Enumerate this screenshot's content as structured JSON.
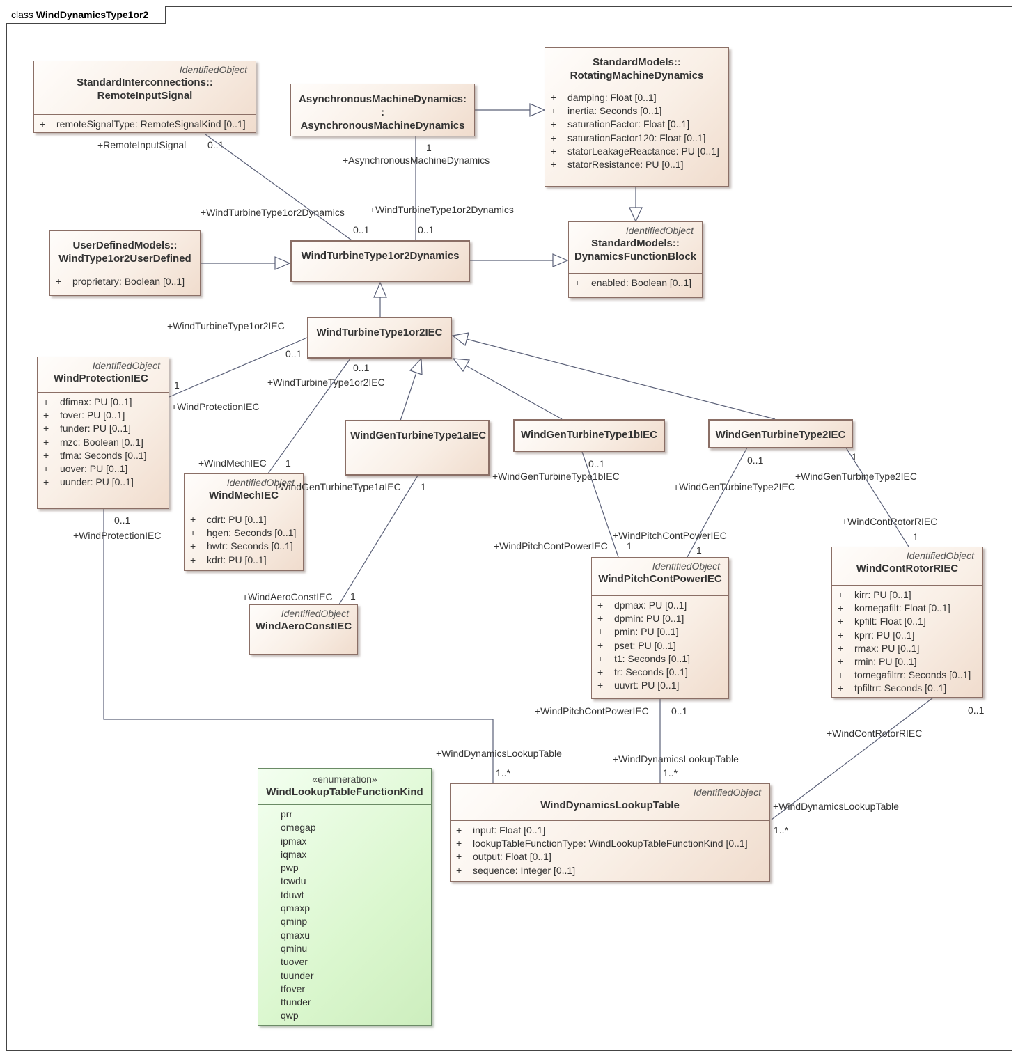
{
  "frame": {
    "prefix": "class",
    "name": "WindDynamicsType1or2"
  },
  "classes": {
    "remote_input_signal": {
      "stereotype": "IdentifiedObject",
      "name1": "StandardInterconnections::",
      "name2": "RemoteInputSignal",
      "attributes": [
        "remoteSignalType: RemoteSignalKind [0..1]"
      ]
    },
    "async_machine_dynamics": {
      "name1": "AsynchronousMachineDynamics:",
      "name2": ":",
      "name3": "AsynchronousMachineDynamics"
    },
    "rotating_machine_dynamics": {
      "name1": "StandardModels::",
      "name2": "RotatingMachineDynamics",
      "attributes": [
        "damping: Float [0..1]",
        "inertia: Seconds [0..1]",
        "saturationFactor: Float [0..1]",
        "saturationFactor120: Float [0..1]",
        "statorLeakageReactance: PU [0..1]",
        "statorResistance: PU [0..1]"
      ]
    },
    "wind_type1or2_user_defined": {
      "name1": "UserDefinedModels::",
      "name2": "WindType1or2UserDefined",
      "attributes": [
        "proprietary: Boolean [0..1]"
      ]
    },
    "wind_turbine_type1or2_dynamics": {
      "name": "WindTurbineType1or2Dynamics"
    },
    "dynamics_function_block": {
      "stereotype": "IdentifiedObject",
      "name1": "StandardModels::",
      "name2": "DynamicsFunctionBlock",
      "attributes": [
        "enabled: Boolean [0..1]"
      ]
    },
    "wind_turbine_type1or2_iec": {
      "name": "WindTurbineType1or2IEC"
    },
    "wind_protection_iec": {
      "stereotype": "IdentifiedObject",
      "name": "WindProtectionIEC",
      "attributes": [
        "dfimax: PU [0..1]",
        "fover: PU [0..1]",
        "funder: PU [0..1]",
        "mzc: Boolean [0..1]",
        "tfma: Seconds [0..1]",
        "uover: PU [0..1]",
        "uunder: PU [0..1]"
      ]
    },
    "wind_mech_iec": {
      "stereotype": "IdentifiedObject",
      "name": "WindMechIEC",
      "attributes": [
        "cdrt: PU [0..1]",
        "hgen: Seconds [0..1]",
        "hwtr: Seconds [0..1]",
        "kdrt: PU [0..1]"
      ]
    },
    "wind_gen_turbine_type1a_iec": {
      "name": "WindGenTurbineType1aIEC"
    },
    "wind_gen_turbine_type1b_iec": {
      "name": "WindGenTurbineType1bIEC"
    },
    "wind_gen_turbine_type2_iec": {
      "name": "WindGenTurbineType2IEC"
    },
    "wind_aero_const_iec": {
      "stereotype": "IdentifiedObject",
      "name": "WindAeroConstIEC"
    },
    "wind_pitch_cont_power_iec": {
      "stereotype": "IdentifiedObject",
      "name": "WindPitchContPowerIEC",
      "attributes": [
        "dpmax: PU [0..1]",
        "dpmin: PU [0..1]",
        "pmin: PU [0..1]",
        "pset: PU [0..1]",
        "t1: Seconds [0..1]",
        "tr: Seconds [0..1]",
        "uuvrt: PU [0..1]"
      ]
    },
    "wind_cont_rotor_riec": {
      "stereotype": "IdentifiedObject",
      "name": "WindContRotorRIEC",
      "attributes": [
        "kirr: PU [0..1]",
        "komegafilt: Float [0..1]",
        "kpfilt: Float [0..1]",
        "kprr: PU [0..1]",
        "rmax: PU [0..1]",
        "rmin: PU [0..1]",
        "tomegafiltrr: Seconds [0..1]",
        "tpfiltrr: Seconds [0..1]"
      ]
    },
    "wind_dynamics_lookup_table": {
      "stereotype": "IdentifiedObject",
      "name": "WindDynamicsLookupTable",
      "attributes": [
        "input: Float [0..1]",
        "lookupTableFunctionType: WindLookupTableFunctionKind [0..1]",
        "output: Float [0..1]",
        "sequence: Integer [0..1]"
      ]
    }
  },
  "enumeration": {
    "stereotype": "«enumeration»",
    "name": "WindLookupTableFunctionKind",
    "literals": [
      "prr",
      "omegap",
      "ipmax",
      "iqmax",
      "pwp",
      "tcwdu",
      "tduwt",
      "qmaxp",
      "qminp",
      "qmaxu",
      "qminu",
      "tuover",
      "tuunder",
      "tfover",
      "tfunder",
      "qwp"
    ]
  },
  "visibility_symbol": "+",
  "labels": [
    "+RemoteInputSignal",
    "0..1",
    "+WindTurbineType1or2Dynamics",
    "0..1",
    "1",
    "+AsynchronousMachineDynamics",
    "+WindTurbineType1or2Dynamics",
    "0..1",
    "+WindTurbineType1or2IEC",
    "0..1",
    "1",
    "+WindProtectionIEC",
    "0..1",
    "+WindTurbineType1or2IEC",
    "+WindMechIEC",
    "1",
    "+WindGenTurbineType1aIEC",
    "1",
    "+WindAeroConstIEC",
    "1",
    "0..1",
    "+WindGenTurbineType1bIEC",
    "+WindPitchContPowerIEC",
    "1",
    "0..1",
    "+WindGenTurbineType2IEC",
    "+WindPitchContPowerIEC",
    "1",
    "1",
    "+WindGenTurbineType2IEC",
    "+WindContRotorRIEC",
    "1",
    "0..1",
    "+WindProtectionIEC",
    "+WindDynamicsLookupTable",
    "1..*",
    "+WindPitchContPowerIEC",
    "0..1",
    "+WindDynamicsLookupTable",
    "1..*",
    "0..1",
    "+WindContRotorRIEC",
    "+WindDynamicsLookupTable",
    "1..*"
  ]
}
